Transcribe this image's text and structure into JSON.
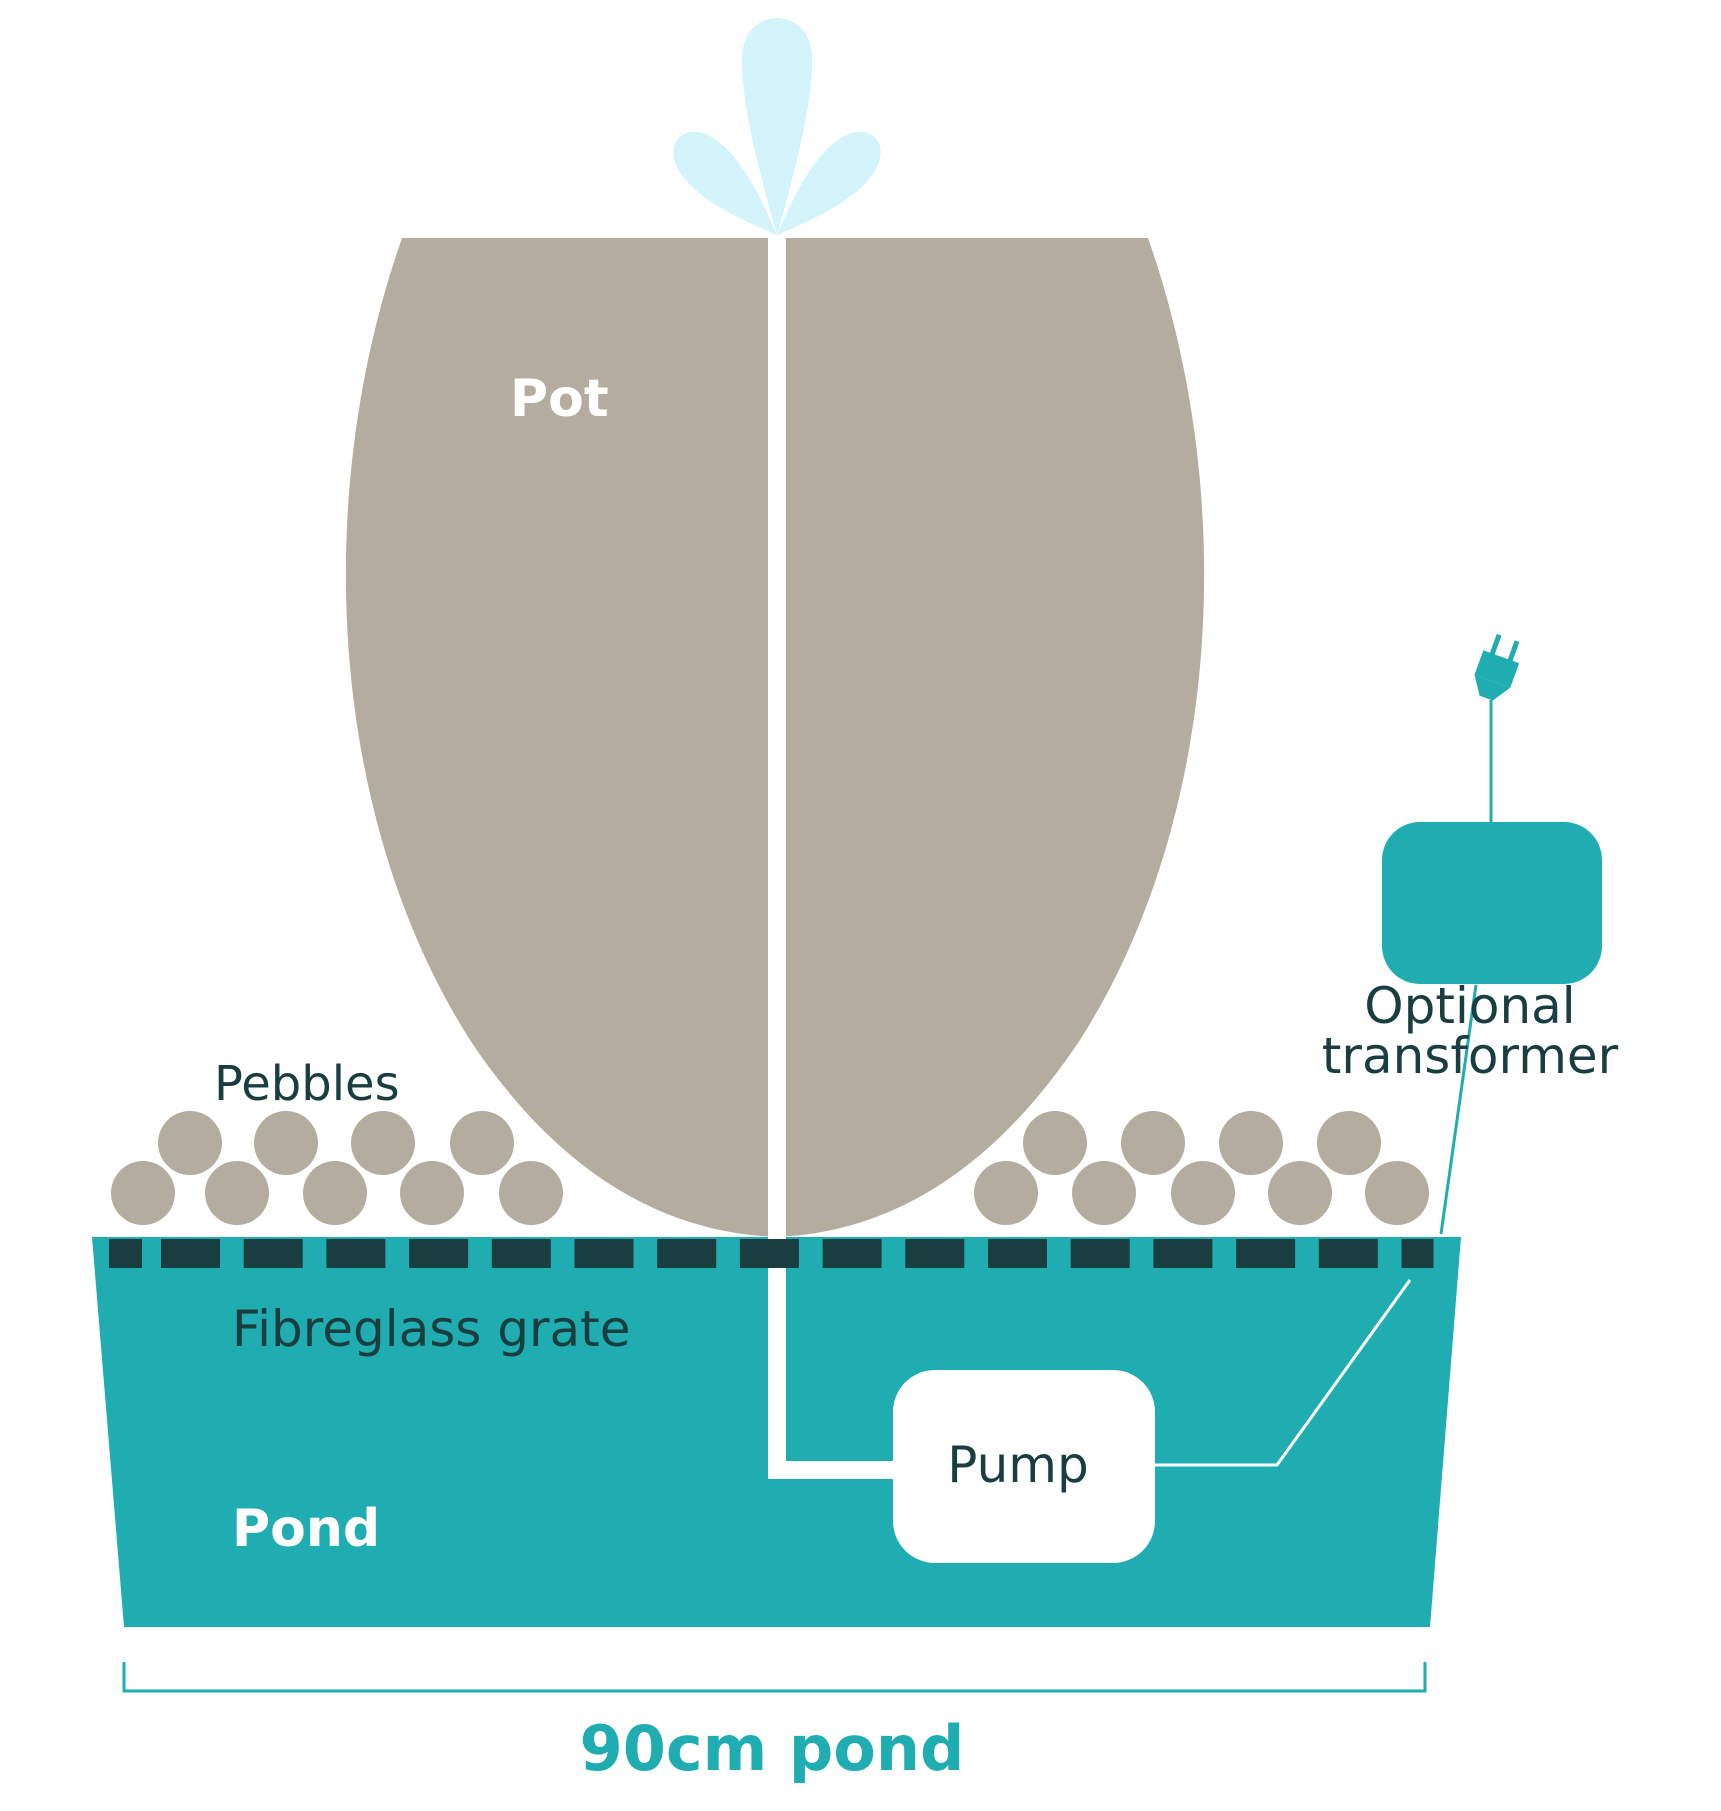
{
  "labels": {
    "pot": "Pot",
    "pebbles": "Pebbles",
    "optional_transformer_line1": "Optional",
    "optional_transformer_line2": "transformer",
    "fibreglass_grate": "Fibreglass grate",
    "pump": "Pump",
    "pond": "Pond",
    "dimension": "90cm pond"
  },
  "colors": {
    "pot": "#b4ad9f",
    "pond": "#1fadb1",
    "grate": "#1a3e40",
    "water_spray": "#d3f4fb",
    "text_dark": "#1a3e40",
    "text_white": "#ffffff",
    "accent": "#1fadb1"
  }
}
